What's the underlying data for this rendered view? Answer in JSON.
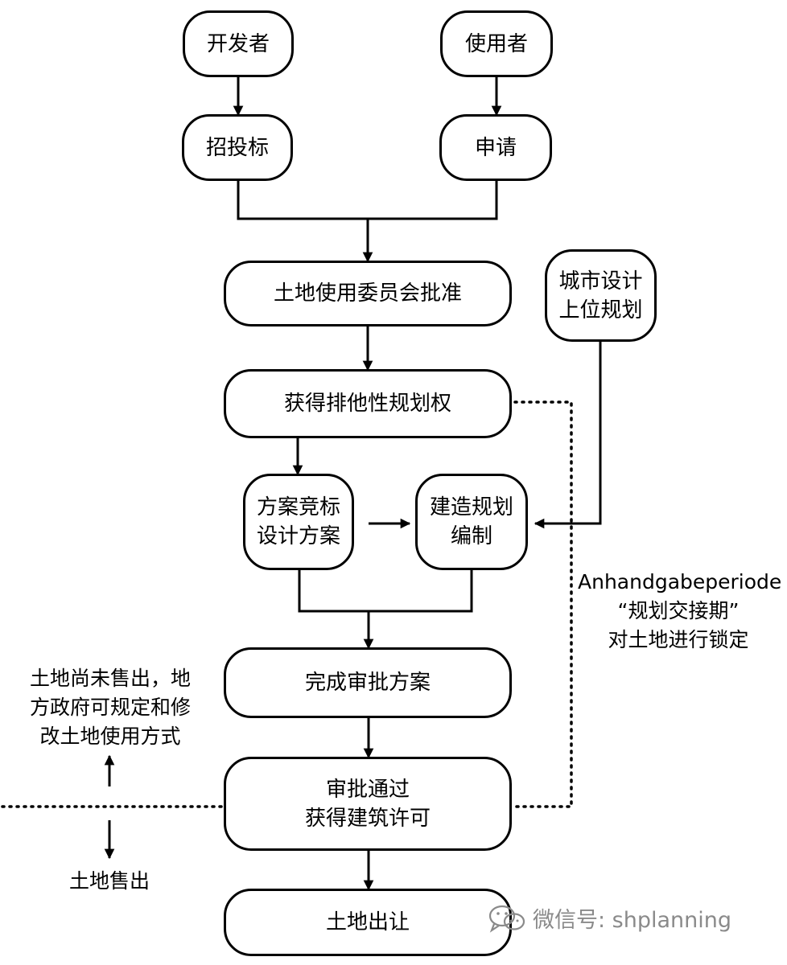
{
  "nodes": {
    "developer": "开发者",
    "user": "使用者",
    "bidding": "招投标",
    "application": "申请",
    "land_committee": "土地使用委员会批准",
    "exclusive_rights": "获得排他性规划权",
    "city_design": [
      "城市设计",
      "上位规划"
    ],
    "competition": [
      "方案竞标",
      "设计方案"
    ],
    "construction_plan": [
      "建造规划",
      "编制"
    ],
    "approval_scheme": "完成审批方案",
    "permit": [
      "审批通过",
      "获得建筑许可"
    ],
    "transfer": "土地出让"
  },
  "notes": {
    "handover": [
      "Anhandgabeperiode",
      "“规划交接期”",
      "对土地进行锁定"
    ],
    "unsold": [
      "土地尚未售出，地",
      "方政府可规定和修",
      "改土地使用方式"
    ],
    "sold": "土地售出"
  },
  "watermark": {
    "text": "微信号: shplanning",
    "icon": "wechat-logo-icon"
  }
}
